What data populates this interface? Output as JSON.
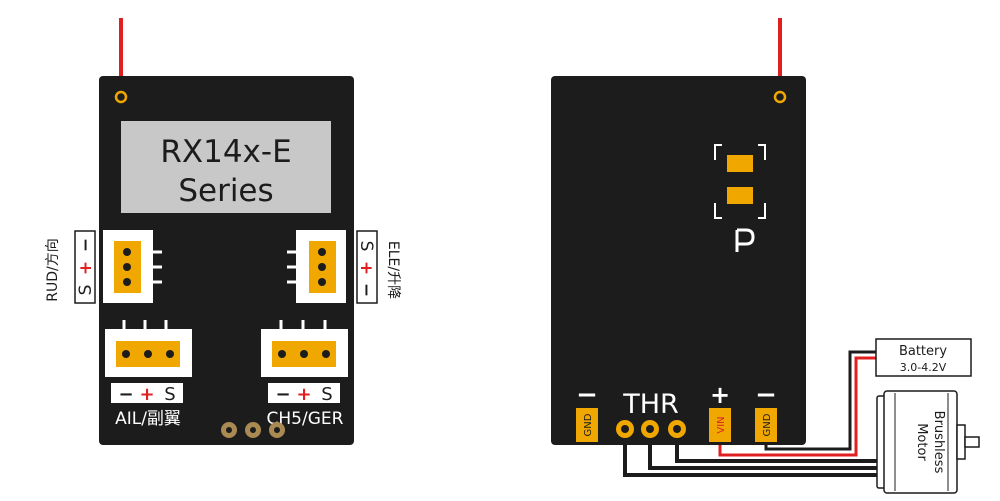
{
  "left_board": {
    "title_line1": "RX14x-E",
    "title_line2": "Series",
    "rud_label": "RUD/方向",
    "ele_label": "ELE/升降",
    "ail_label": "AIL/副翼",
    "ch5_label": "CH5/GER",
    "pin_minus": "−",
    "pin_plus": "+",
    "pin_s": "S"
  },
  "right_board": {
    "pad_gnd": "GND",
    "pad_vin": "VIN",
    "thr_label": "THR",
    "minus_sign": "−",
    "plus_sign": "+",
    "battery_label": "Battery",
    "battery_voltage": "3.0-4.2V",
    "motor_line1": "Brushless",
    "motor_line2": "Motor"
  },
  "colors": {
    "board": "#1c1c1c",
    "pad": "#f0a800",
    "antenna": "#e02020",
    "label_box": "#c8c8c8",
    "connector": "#ffffff",
    "plus_red": "#e02020"
  }
}
